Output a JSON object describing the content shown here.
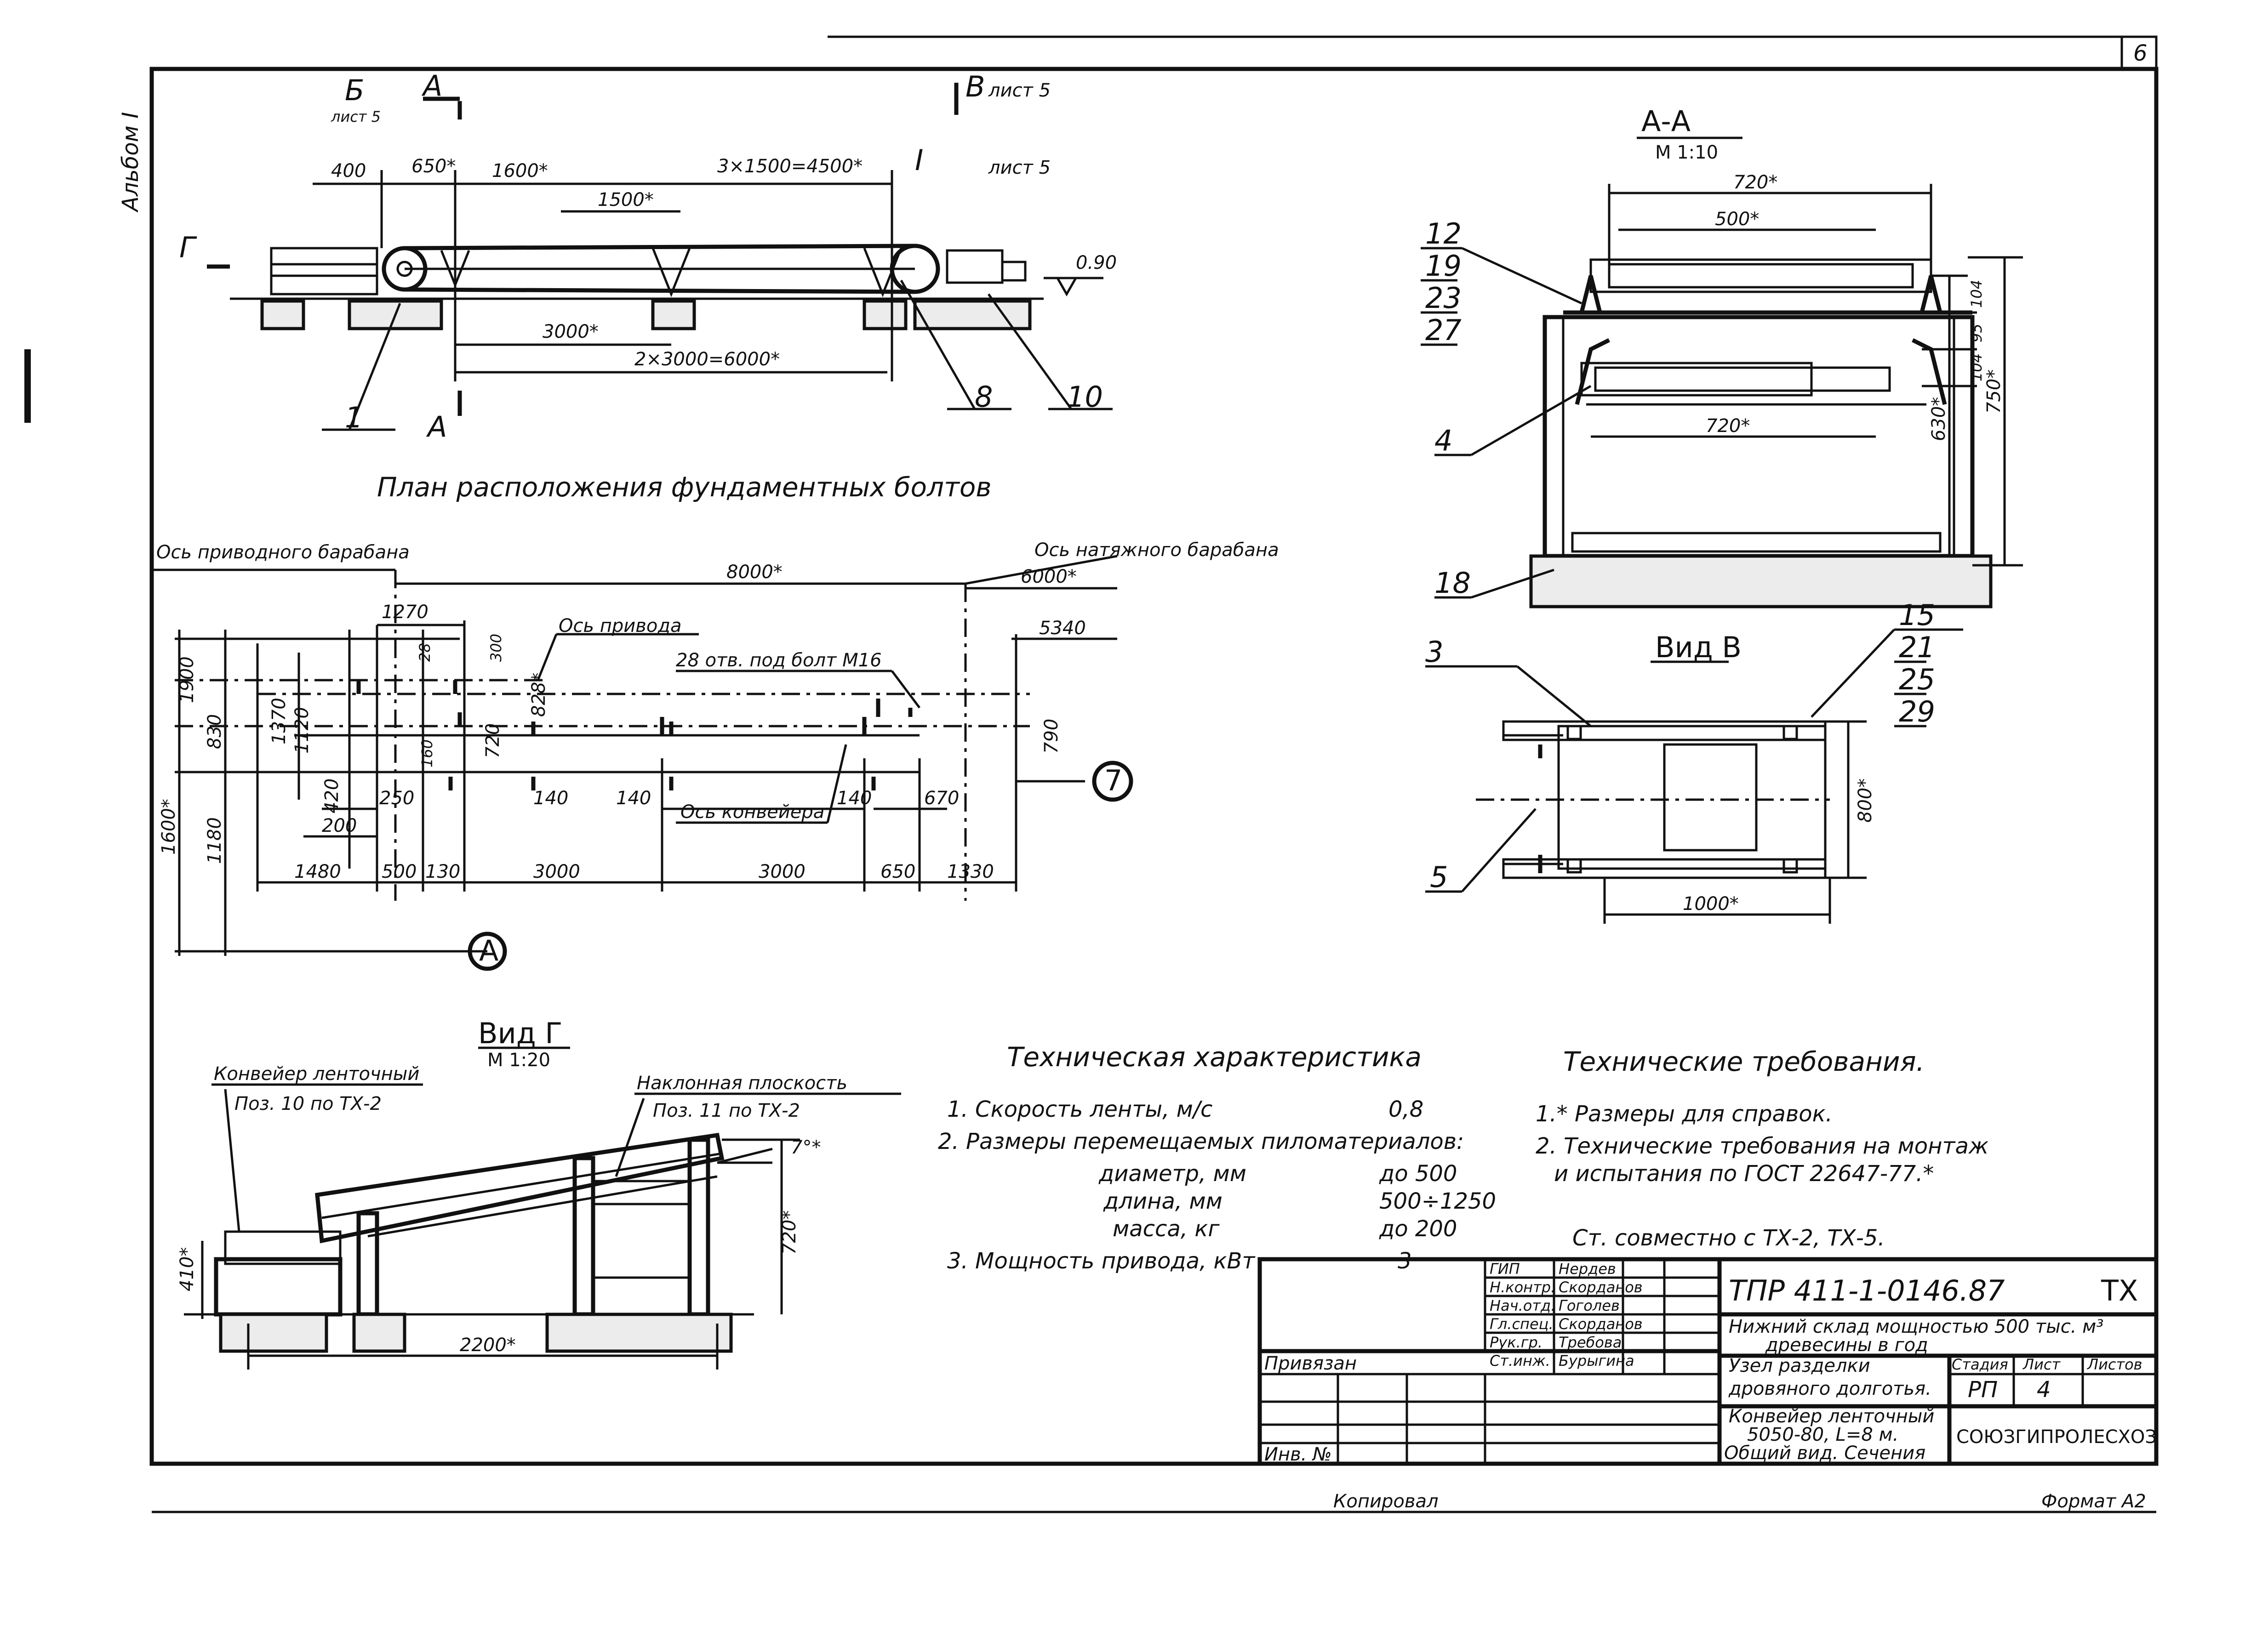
{
  "sheet": {
    "sheet_number": "6",
    "side_label": "Альбом I",
    "copied_by": "Копировал",
    "format": "Формат А2"
  },
  "plan_view": {
    "title": "План расположения фундаментных болтов",
    "marks": {
      "b": "Б",
      "b_sheet": "лист 5",
      "a": "А",
      "v": "В",
      "v_sheet": "лист 5",
      "g": "Г",
      "i": "I",
      "i_sheet": "лист 5",
      "a_bottom": "А"
    },
    "dims_top": [
      "400",
      "650*",
      "1600*",
      "1500*",
      "3×1500=4500*"
    ],
    "dims_bottom": [
      "3000*",
      "2×3000=6000*"
    ],
    "elevation": "0.90",
    "callouts": [
      "1",
      "8",
      "10"
    ]
  },
  "foundation_plan": {
    "axis_drive_drum": "Ось приводного барабана",
    "axis_tension_drum": "Ось натяжного барабана",
    "axis_drive": "Ось привода",
    "axis_conveyor": "Ось конвейера",
    "holes_note": "28 отв. под болт М16",
    "dims_top": [
      "8000*",
      "6000*",
      "1270",
      "5340",
      "300",
      "28"
    ],
    "dims_left": [
      "1900",
      "830",
      "1370",
      "1120",
      "420",
      "1600*",
      "1180",
      "160",
      "720",
      "828*",
      "790"
    ],
    "dims_mid": [
      "250",
      "140",
      "140",
      "140",
      "670",
      "200"
    ],
    "dims_bottom": [
      "1480",
      "500",
      "130",
      "3000",
      "3000",
      "650",
      "1330"
    ],
    "axis_marks": [
      "7",
      "А"
    ]
  },
  "section_aa": {
    "title": "А-А",
    "scale": "М 1:10",
    "dims": [
      "720*",
      "500*",
      "720*",
      "104",
      "95",
      "104",
      "630*",
      "750*"
    ],
    "callouts": [
      "12",
      "19",
      "23",
      "27",
      "4",
      "18"
    ]
  },
  "view_v": {
    "title": "Вид В",
    "dims": [
      "800*",
      "1000*"
    ],
    "callouts": [
      "3",
      "15",
      "21",
      "25",
      "29",
      "5"
    ]
  },
  "view_g": {
    "title": "Вид Г",
    "scale": "М 1:20",
    "conveyor_label": "Конвейер ленточный",
    "conveyor_pos": "Поз. 10 по ТХ-2",
    "plane_label": "Наклонная плоскость",
    "plane_pos": "Поз. 11 по ТХ-2",
    "angle": "7°*",
    "dims": [
      "410*",
      "720*",
      "2200*"
    ]
  },
  "tech_spec": {
    "title": "Техническая характеристика",
    "items": [
      {
        "label": "1. Скорость ленты, м/с",
        "value": "0,8"
      },
      {
        "label": "2. Размеры перемещаемых пиломатериалов:",
        "value": ""
      },
      {
        "label": "диаметр, мм",
        "value": "до 500"
      },
      {
        "label": "длина, мм",
        "value": "500÷1250"
      },
      {
        "label": "масса, кг",
        "value": "до 200"
      },
      {
        "label": "3. Мощность привода, кВт",
        "value": "3"
      }
    ]
  },
  "tech_req": {
    "title": "Технические требования.",
    "items": [
      "1.* Размеры для справок.",
      "2. Технические требования на монтаж",
      "и испытания по ГОСТ 22647-77.*"
    ],
    "note": "Ст. совместно с ТХ-2, ТХ-5."
  },
  "title_block": {
    "code": "ТПР 411-1-0146.87",
    "mark": "ТХ",
    "project_line1": "Нижний склад мощностью 500 тыс. м³",
    "project_line2": "древесины в год",
    "node_line1": "Узел разделки",
    "node_line2": "дровяного долготья.",
    "drawing_line1": "Конвейер ленточный",
    "drawing_line2": "5050-80, L=8 м.",
    "drawing_line3": "Общий вид. Сечения",
    "org": "СОЮЗГИПРОЛЕСХОЗ",
    "stage_hdr": "Стадия",
    "sheet_hdr": "Лист",
    "sheets_hdr": "Листов",
    "stage": "РП",
    "sheet": "4",
    "privyazan": "Привязан",
    "inv": "Инв. №",
    "signers": [
      {
        "role": "ГИП",
        "name": "Нердев"
      },
      {
        "role": "Н.контр.",
        "name": "Скорданов"
      },
      {
        "role": "Нач.отд.",
        "name": "Гоголев"
      },
      {
        "role": "Гл.спец.",
        "name": "Скорданов"
      },
      {
        "role": "Рук.гр.",
        "name": "Требова"
      },
      {
        "role": "Ст.инж.",
        "name": "Бурыгина"
      }
    ]
  }
}
